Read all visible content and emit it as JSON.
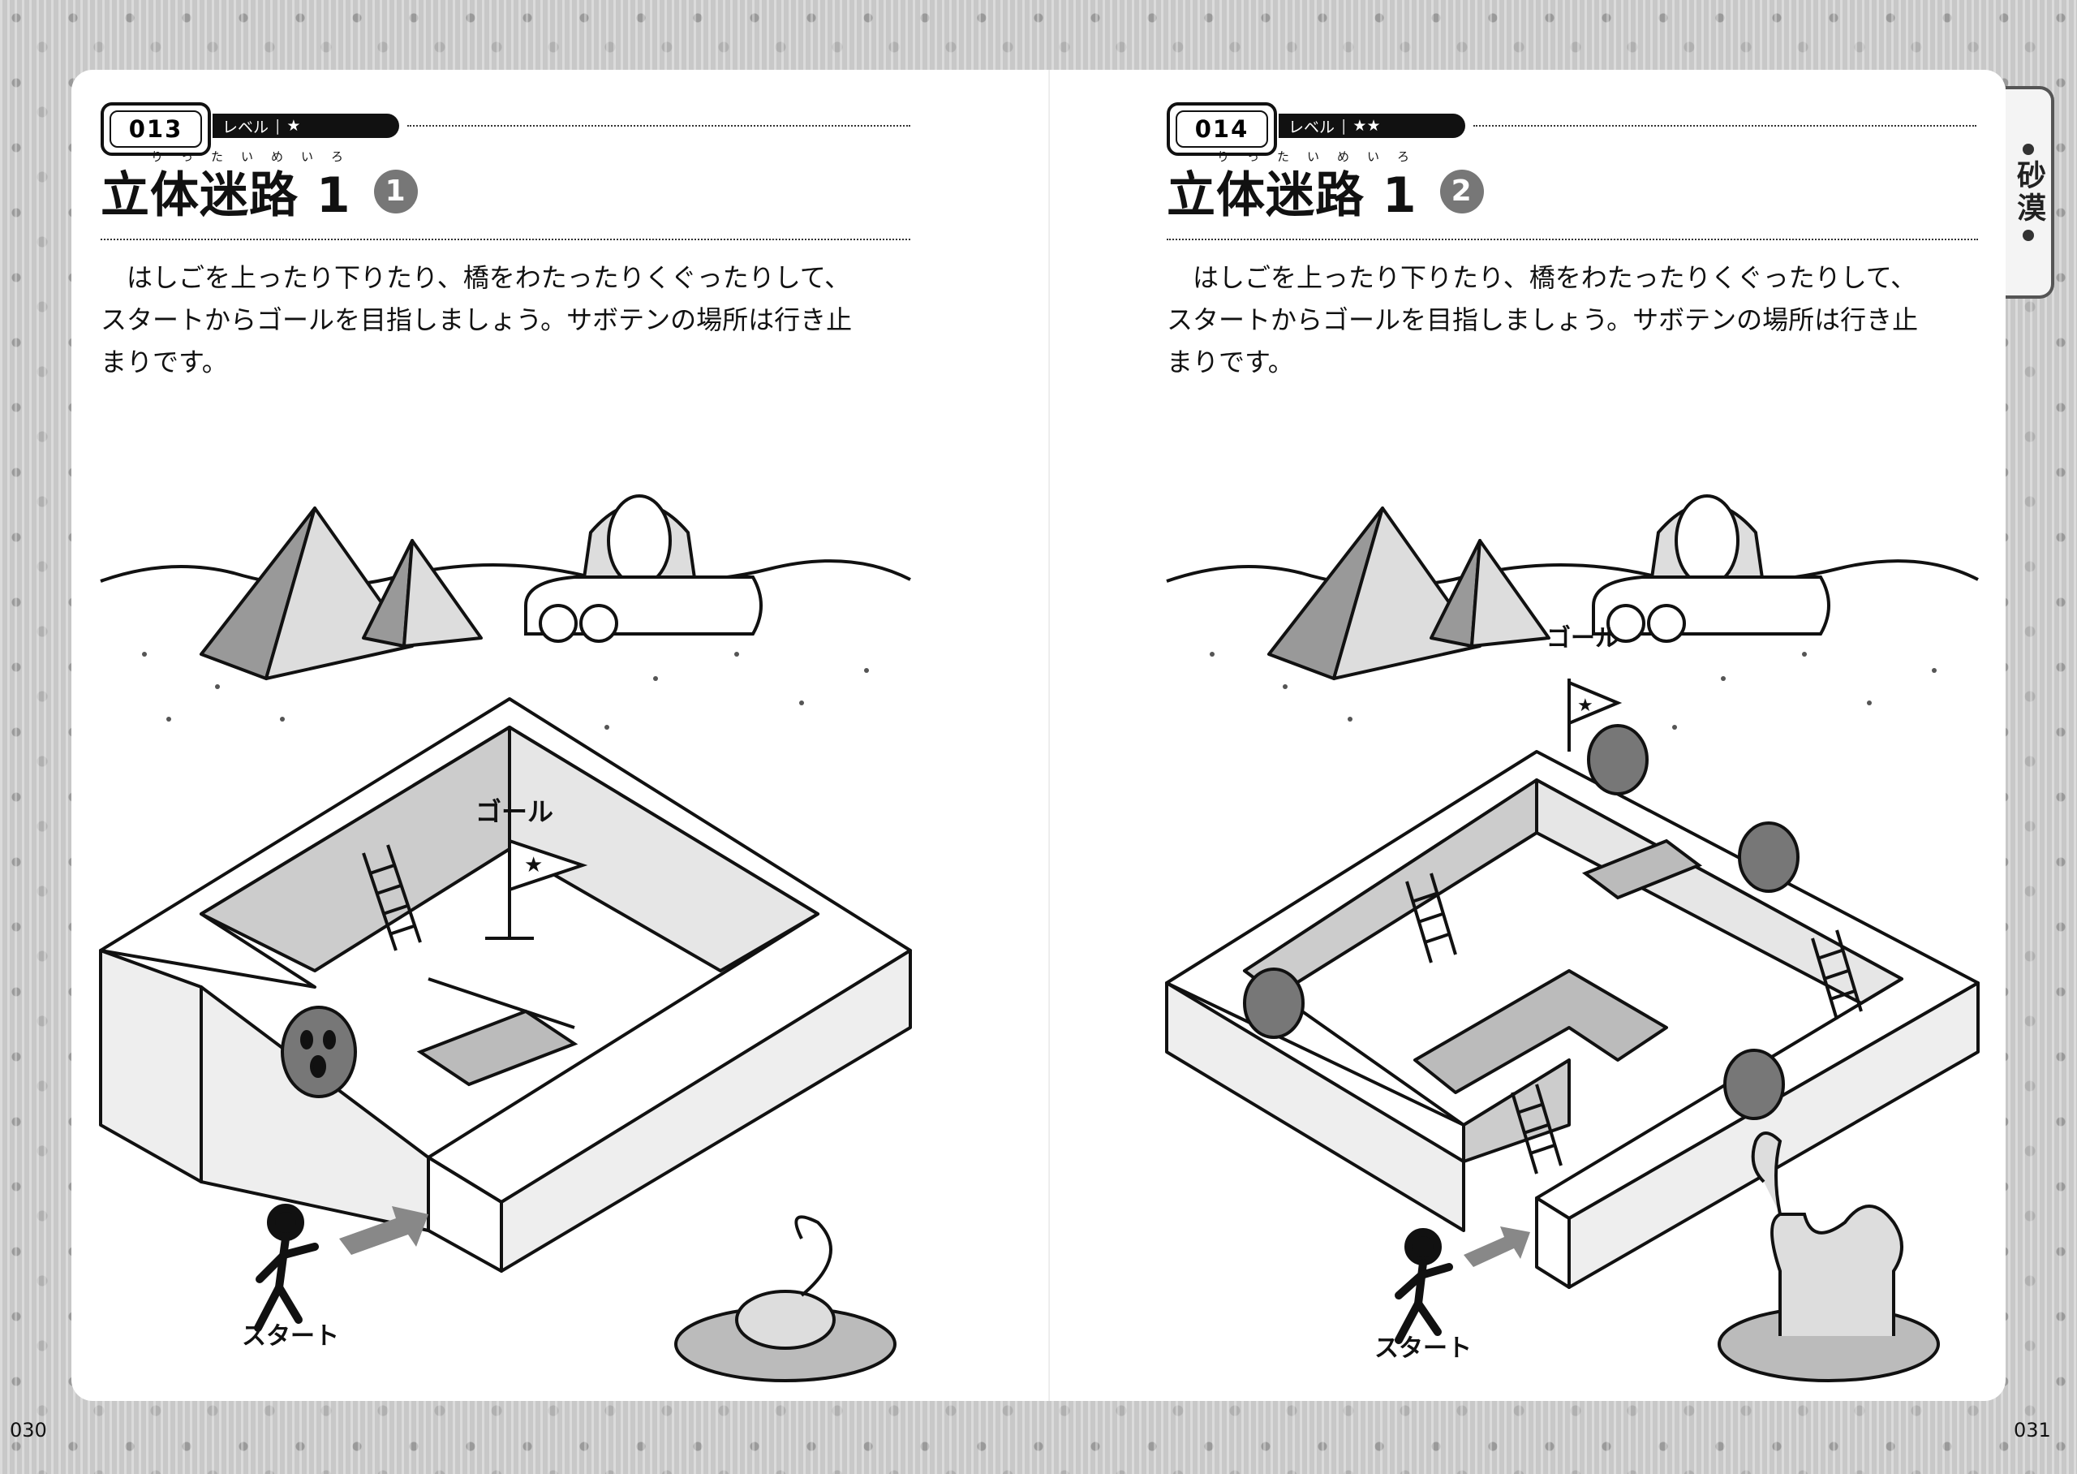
{
  "left_page": {
    "number": "013",
    "level_label": "レベル",
    "level_stars": "★",
    "title": "立体迷路 1",
    "sub_number": "1",
    "title_ruby": "りったいめいろ",
    "instructions": [
      "はしごを上ったり下りたり、橋をわたったりくぐったりして、",
      "スタートからゴールを目指しましょう。サボテンの場所は行き止",
      "まりです。"
    ],
    "start_label": "スタート",
    "goal_label": "ゴール",
    "page_number": "030"
  },
  "right_page": {
    "number": "014",
    "level_label": "レベル",
    "level_stars": "★★",
    "title": "立体迷路 1",
    "sub_number": "2",
    "title_ruby": "りったいめいろ",
    "instructions": [
      "はしごを上ったり下りたり、橋をわたったりくぐったりして、",
      "スタートからゴールを目指しましょう。サボテンの場所は行き止",
      "まりです。"
    ],
    "start_label": "スタート",
    "goal_label": "ゴール",
    "page_number": "031"
  },
  "side_tab": {
    "label": "砂漠"
  }
}
